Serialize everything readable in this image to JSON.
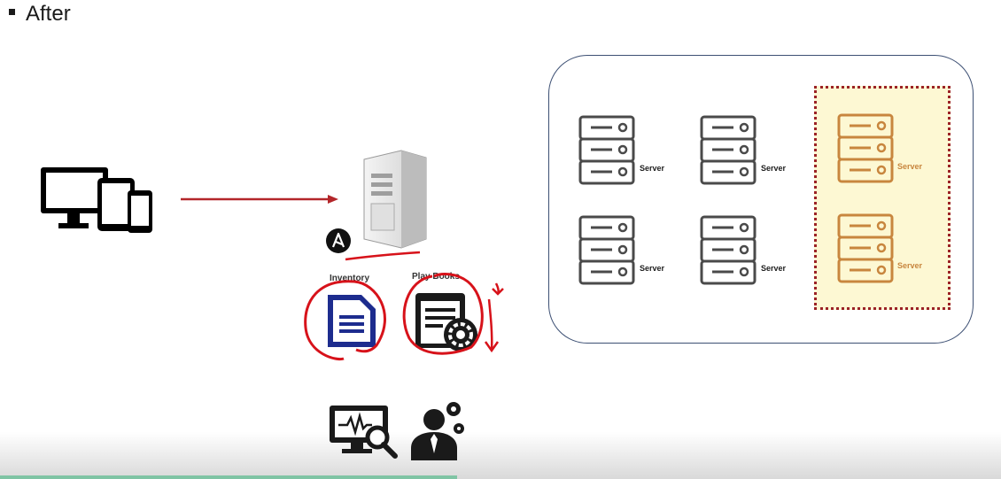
{
  "slide": {
    "bullet_text": "After"
  },
  "controller": {
    "inventory_label": "Inventory",
    "playbooks_label": "Play Books"
  },
  "cluster": {
    "servers": [
      {
        "label": "Server",
        "highlighted": false
      },
      {
        "label": "Server",
        "highlighted": false
      },
      {
        "label": "Server",
        "highlighted": true
      },
      {
        "label": "Server",
        "highlighted": false
      },
      {
        "label": "Server",
        "highlighted": false
      },
      {
        "label": "Server",
        "highlighted": true
      }
    ]
  },
  "colors": {
    "arrow": "#b3262a",
    "annotation_red": "#d7121a",
    "server_grey": "#4a4a4a",
    "server_orange": "#c8863e",
    "highlight_fill": "#fdf8d3",
    "inventory_blue": "#1d2c8e",
    "cluster_border": "#3c4f73",
    "video_progress": "#7fc4a4"
  },
  "icons": [
    "devices-icon",
    "server-tower-icon",
    "ansible-logo-icon",
    "inventory-document-icon",
    "playbook-gear-icon",
    "monitoring-icon",
    "admin-user-gear-icon"
  ]
}
